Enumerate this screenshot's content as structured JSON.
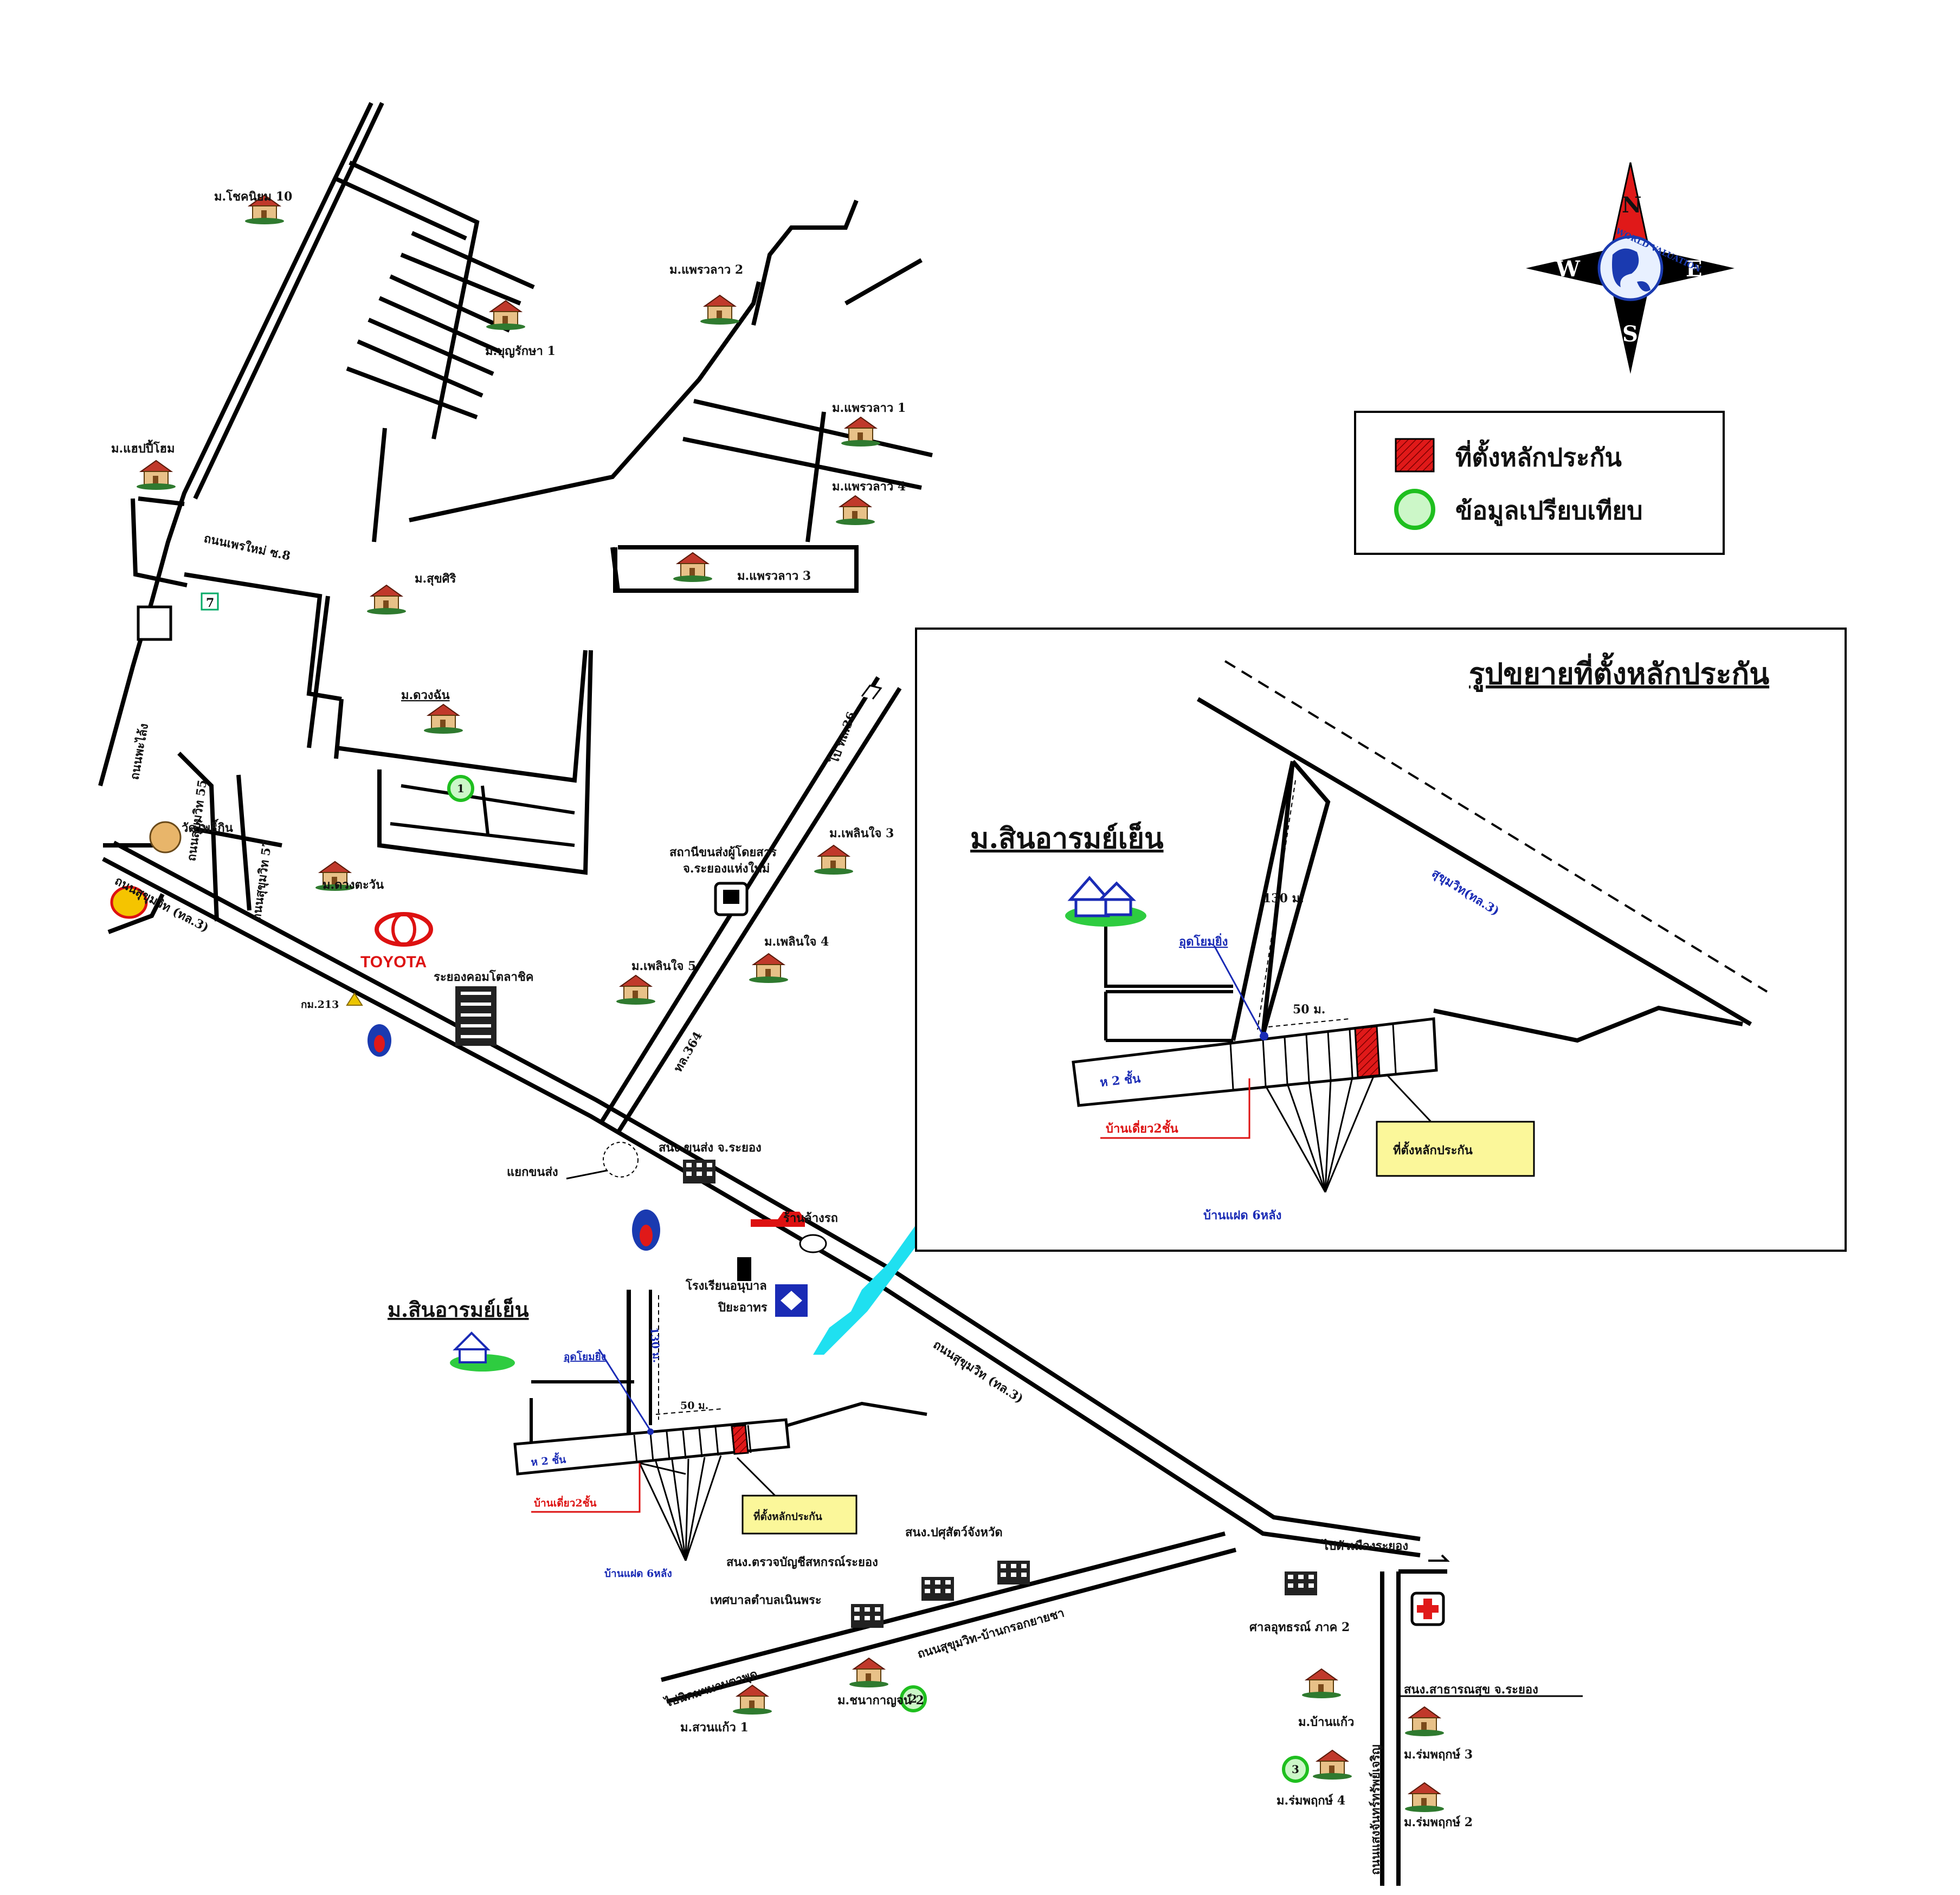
{
  "compass": {
    "n": "N",
    "s": "S",
    "e": "E",
    "w": "W",
    "brand": "WORLD VALUATION"
  },
  "legend": {
    "collateral": "ที่ตั้งหลักประกัน",
    "comparable": "ข้อมูลเปรียบเทียบ"
  },
  "inset": {
    "title": "รูปขยายที่ตั้งหลักประกัน",
    "village": "ม.สินอารมย์เย็น",
    "road_sukhumvit": "สุขุมวิท(ทล.3)",
    "dist_130": "130 ม.",
    "dist_50": "50 ม.",
    "road_ref": "อุดโยมยิ่ง",
    "house2": "ห 2 ชั้น",
    "detached": "บ้านเดี่ยว2ชั้น",
    "collateral_callout": "ที่ตั้งหลักประกัน",
    "townhouses": "บ้านแฝด 6หลัง"
  },
  "labels": {
    "v_chok_niyom": "ม.โชคนิยม 10",
    "v_praew_2": "ม.แพรวลาว 2",
    "v_boonyarak": "ม.บุญรักษา 1",
    "v_praew_1": "ม.แพรวลาว 1",
    "v_happy_home": "ม.แฮปปี้โฮม",
    "v_praew_4": "ม.แพรวลาว 4",
    "road_pakkhad": "ถนนเพรใหม่ ซ.8",
    "v_suksiri": "ม.สุขศิริ",
    "v_praew_3": "ม.แพรวลาว 3",
    "v_duangchan": "ม.ดวงฉัน",
    "to_route36": "ไป ทล.36",
    "wat": "วัดโพธิ์กิน",
    "soi_55": "ถนนสุขุมวิท 55",
    "soi_57": "ถนนสุขุมวิท 57",
    "road_side_w": "ถนนพะไล้ง",
    "v_duangtawan": "ม.ดวงตะวัน",
    "toyota": "TOYOTA",
    "toyota_dealer": "ระยองคอมโตลาชิค",
    "police_station": "สถานีขนส่งผู้โดยสาร",
    "police_station_2": "จ.ระยองแห่งใหม่",
    "v_phoenix_3": "ม.เพลินใจ 3",
    "v_phoenix_4": "ม.เพลินใจ 4",
    "v_phoenix_5": "ม.เพลินใจ 5",
    "road_sukhumvit_main": "ถนนสุขุมวิท (ทล.3)",
    "km_213": "กม.213",
    "road_364": "ทล.364",
    "intersection": "แยกขนส่ง",
    "transport_office": "สนง.ขนส่ง จ.ระยอง",
    "car_wash": "ร้านล้างรถ",
    "kindergarten": "โรงเรียนอนุบาล",
    "kindergarten_2": "ปิยะอาทร",
    "village_main": "ม.สินอารมย์เย็น",
    "dist_130": "130 ม.",
    "road_ref": "อุดโยมยิ่ง",
    "dist_50": "50 ม.",
    "house2": "ห 2 ชั้น",
    "detached": "บ้านเดี่ยว2ชั้น",
    "collateral_callout": "ที่ตั้งหลักประกัน",
    "townhouses": "บ้านแฝด 6หลัง",
    "road_sukhumvit_main_2": "ถนนสุขุมวิท (ทล.3)",
    "provincial_office": "สนง.ปศุสัตว์จังหวัด",
    "revenue_office": "สนง.ตรวจบัญชีสหกรณ์ระยอง",
    "municipality": "เทศบาลตำบลเนินพระ",
    "to_city": "ไปตัวเมืองระยอง",
    "court": "ศาลอุทธรณ์ ภาค 2",
    "health_office": "สนง.สาธารณสุข จ.ระยอง",
    "to_bypass": "ไปนิคมฯมาบตาพุด",
    "road_bypass": "ถนนสุขุมวิท-บ้านกรอกยายชา",
    "v_chanakan": "ม.ชนากาญจน์ 2",
    "v_suankaew": "ม.สวนแก้ว 1",
    "v_bankaew": "ม.บ้านแก้ว",
    "v_rompruk_3": "ม.ร่มพฤกษ์ 3",
    "v_rompruk_4": "ม.ร่มพฤกษ์ 4",
    "v_rompruk_2": "ม.ร่มพฤกษ์ 2",
    "road_saeng": "ถนนแสงจันทร์ทรัพย์เจริญ"
  },
  "comparables": [
    "1",
    "2",
    "3"
  ],
  "colors": {
    "collateral": "#e01919",
    "comparable_fill": "#ccf7c8",
    "comparable_stroke": "#1fbf1f",
    "river": "#1fe0f0",
    "callout": "#fbf79a",
    "blue_text": "#1a2bb5",
    "red_text": "#d11111"
  }
}
